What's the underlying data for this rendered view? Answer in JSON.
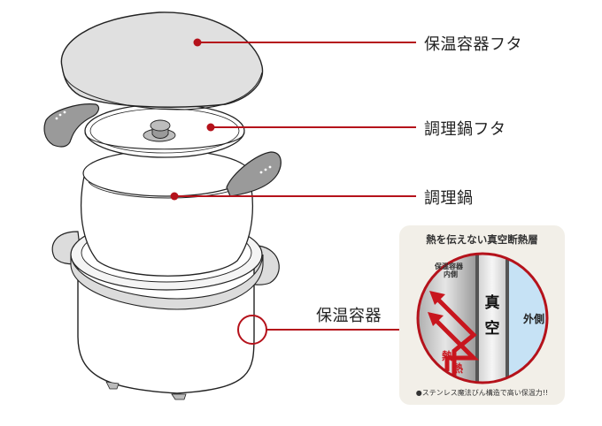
{
  "labels": {
    "outer_lid": "保温容器フタ",
    "pot_lid": "調理鍋フタ",
    "pot": "調理鍋",
    "outer_container": "保温容器"
  },
  "inset": {
    "title": "熱を伝えない真空断熱層",
    "inner_wall_label_line1": "保温容器",
    "inner_wall_label_line2": "内側",
    "vacuum_char1": "真",
    "vacuum_char2": "空",
    "outside_label": "外側",
    "heat_label_1": "熱",
    "heat_label_2": "熱",
    "footnote": "●ステンレス魔法びん構造で高い保温力!!"
  },
  "colors": {
    "accent_red": "#b5121b",
    "part_gray": "#dcdcdc",
    "handle_gray": "#9a9a9a",
    "outside_blue": "#c6e2f5",
    "inset_bg": "#f2efe8"
  }
}
